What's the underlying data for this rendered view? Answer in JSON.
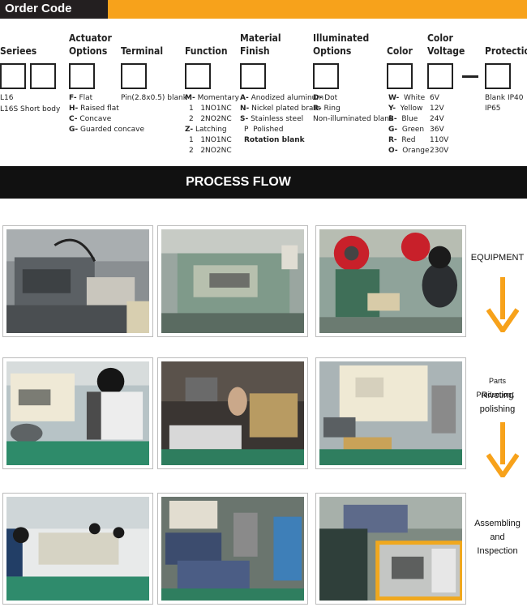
{
  "header": {
    "title": "Order Code"
  },
  "columns": [
    {
      "id": "series",
      "heading": [
        "Seriees"
      ],
      "options": [
        "L16",
        "L16S Short body"
      ]
    },
    {
      "id": "actuator",
      "heading": [
        "Actuator",
        "Options"
      ],
      "options": [
        {
          "code": "F-",
          "text": "Flat"
        },
        {
          "code": "H-",
          "text": "Raised flat"
        },
        {
          "code": "C-",
          "text": "Concave"
        },
        {
          "code": "G-",
          "text": "Guarded concave"
        }
      ]
    },
    {
      "id": "terminal",
      "heading": [
        "Terminal"
      ],
      "options": [
        "Pin(2.8x0.5) blank"
      ]
    },
    {
      "id": "function",
      "heading": [
        "Function"
      ],
      "options": [
        {
          "code": "M-",
          "text": "Momentary"
        },
        {
          "code": "1",
          "text": "1NO1NC"
        },
        {
          "code": "2",
          "text": "2NO2NC"
        },
        {
          "code": "Z-",
          "text": "Latching"
        },
        {
          "code": "1",
          "text": "1NO1NC"
        },
        {
          "code": "2",
          "text": "2NO2NC"
        }
      ]
    },
    {
      "id": "material",
      "heading": [
        "Material",
        "Finish"
      ],
      "options": [
        {
          "code": "A-",
          "text": "Anodized aluminum"
        },
        {
          "code": "N-",
          "text": "Nickel plated brass"
        },
        {
          "code": "S-",
          "text": "Stainless steel"
        },
        {
          "code": "P",
          "text": "Polished"
        }
      ],
      "extra": "Rotation blank"
    },
    {
      "id": "illuminated",
      "heading": [
        "Illuminated",
        "Options"
      ],
      "options": [
        {
          "code": "D-",
          "text": "Dot"
        },
        {
          "code": "R-",
          "text": "Ring"
        }
      ],
      "extra": "Non-illuminated blank"
    },
    {
      "id": "color",
      "heading": [
        "Color"
      ],
      "options": [
        {
          "code": "W-",
          "text": "White"
        },
        {
          "code": "Y-",
          "text": "Yellow"
        },
        {
          "code": "B-",
          "text": "Blue"
        },
        {
          "code": "G-",
          "text": "Green"
        },
        {
          "code": "R-",
          "text": "Red"
        },
        {
          "code": "O-",
          "text": "Orange"
        }
      ]
    },
    {
      "id": "voltage",
      "heading": [
        "Color",
        "Voltage"
      ],
      "options": [
        "6V",
        "12V",
        "24V",
        "36V",
        "110V",
        "230V"
      ]
    },
    {
      "id": "protection",
      "heading": [
        "Protection"
      ],
      "options": [
        "Blank IP40",
        "IP65"
      ]
    }
  ],
  "process": {
    "title": "PROCESS FLOW",
    "stages": [
      {
        "lines": [
          "EQUIPMENT"
        ]
      },
      {
        "lines": [
          "Parts Production；",
          "Riveting",
          "polishing"
        ]
      },
      {
        "lines": [
          "Assembling",
          "and",
          "Inspection"
        ]
      }
    ]
  },
  "colors": {
    "accent": "#f7a21b",
    "dark": "#231f20",
    "arrow": "#f7a21b"
  }
}
